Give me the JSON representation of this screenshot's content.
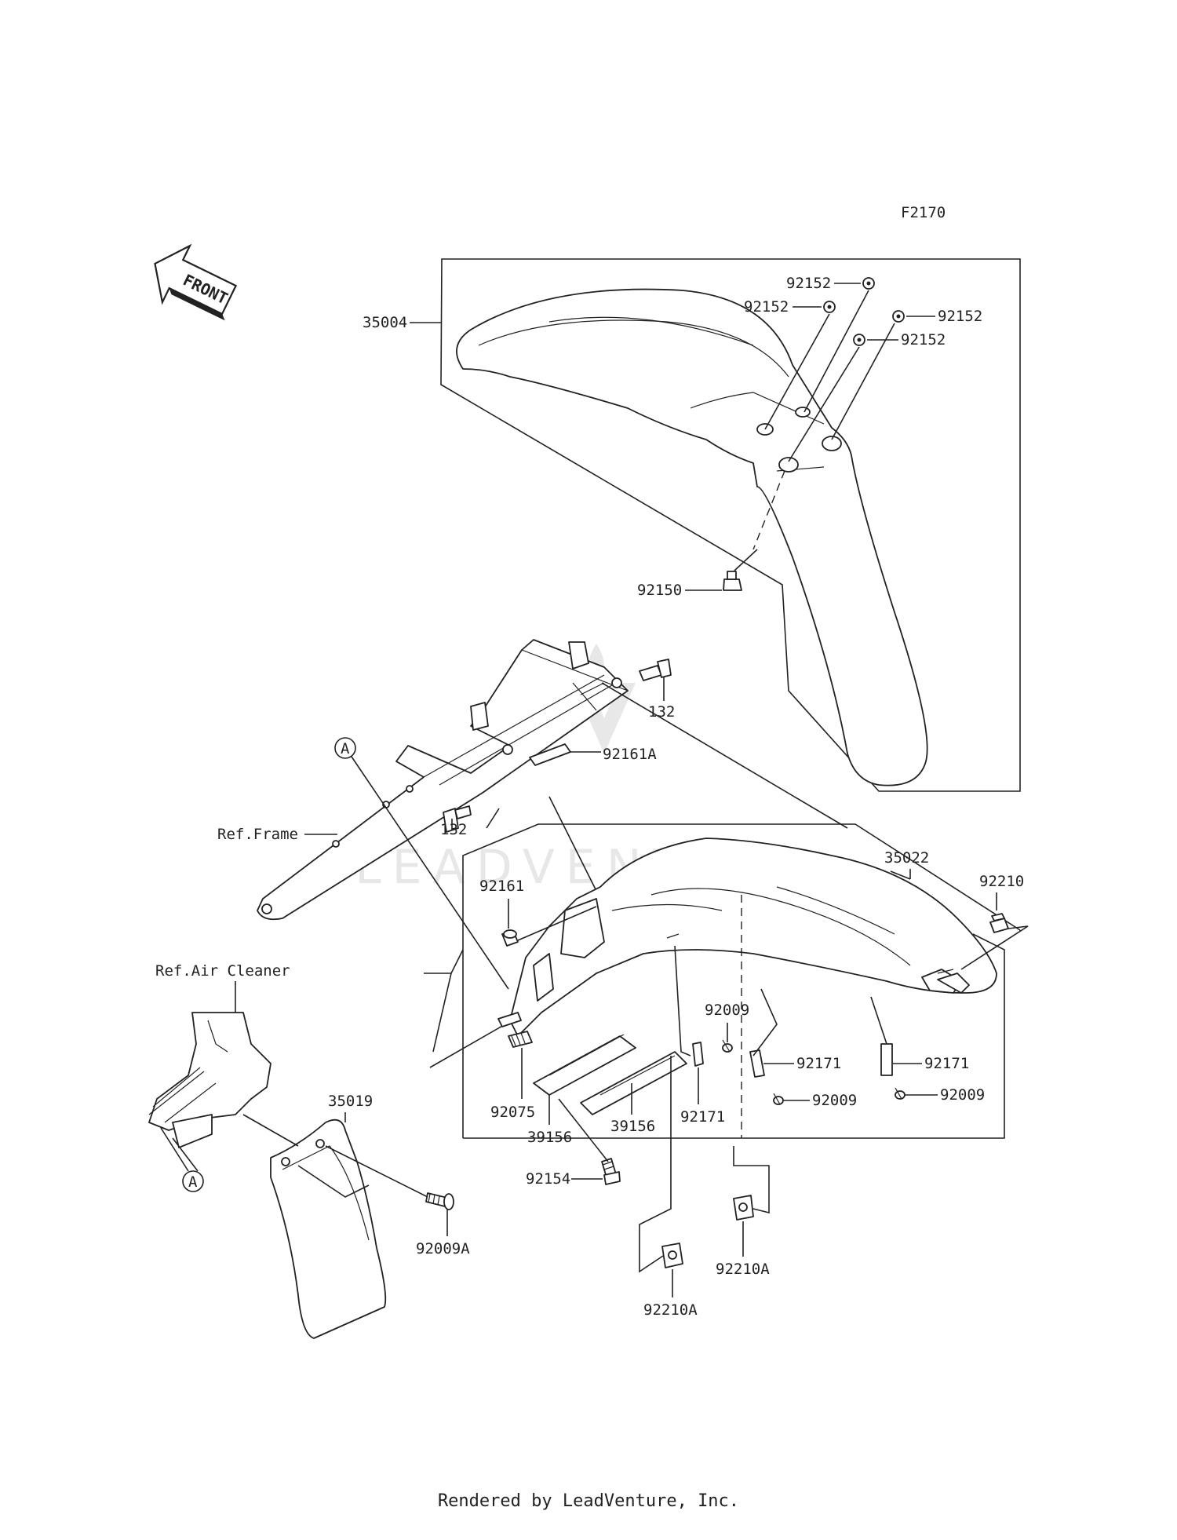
{
  "diagram": {
    "code": "F2170",
    "front_arrow_label": "FRONT",
    "watermark": "LEADVENTURE",
    "callouts": {
      "front_fender": "35004",
      "washer_1": "92152",
      "washer_2": "92152",
      "washer_3": "92152",
      "washer_4": "92152",
      "front_bolt": "92150",
      "frame_bolt_1": "132",
      "frame_bolt_2": "132",
      "pad_a": "92161A",
      "ref_frame": "Ref.Frame",
      "circle_a_top": "A",
      "rear_fender": "35022",
      "nut_92210": "92210",
      "damper_92161": "92161",
      "ref_air_cleaner": "Ref.Air Cleaner",
      "screw_92009_a": "92009",
      "clamp_92171_a": "92171",
      "clamp_92171_b": "92171",
      "clamp_92171_c": "92171",
      "screw_92009_b": "92009",
      "screw_92009_c": "92009",
      "spring_92075": "92075",
      "plate_39156_a": "39156",
      "plate_39156_b": "39156",
      "mud_flap": "35019",
      "circle_a_bottom": "A",
      "bolt_92154": "92154",
      "screw_92009A": "92009A",
      "nut_92210A_a": "92210A",
      "nut_92210A_b": "92210A"
    }
  },
  "footer": "Rendered by LeadVenture, Inc."
}
